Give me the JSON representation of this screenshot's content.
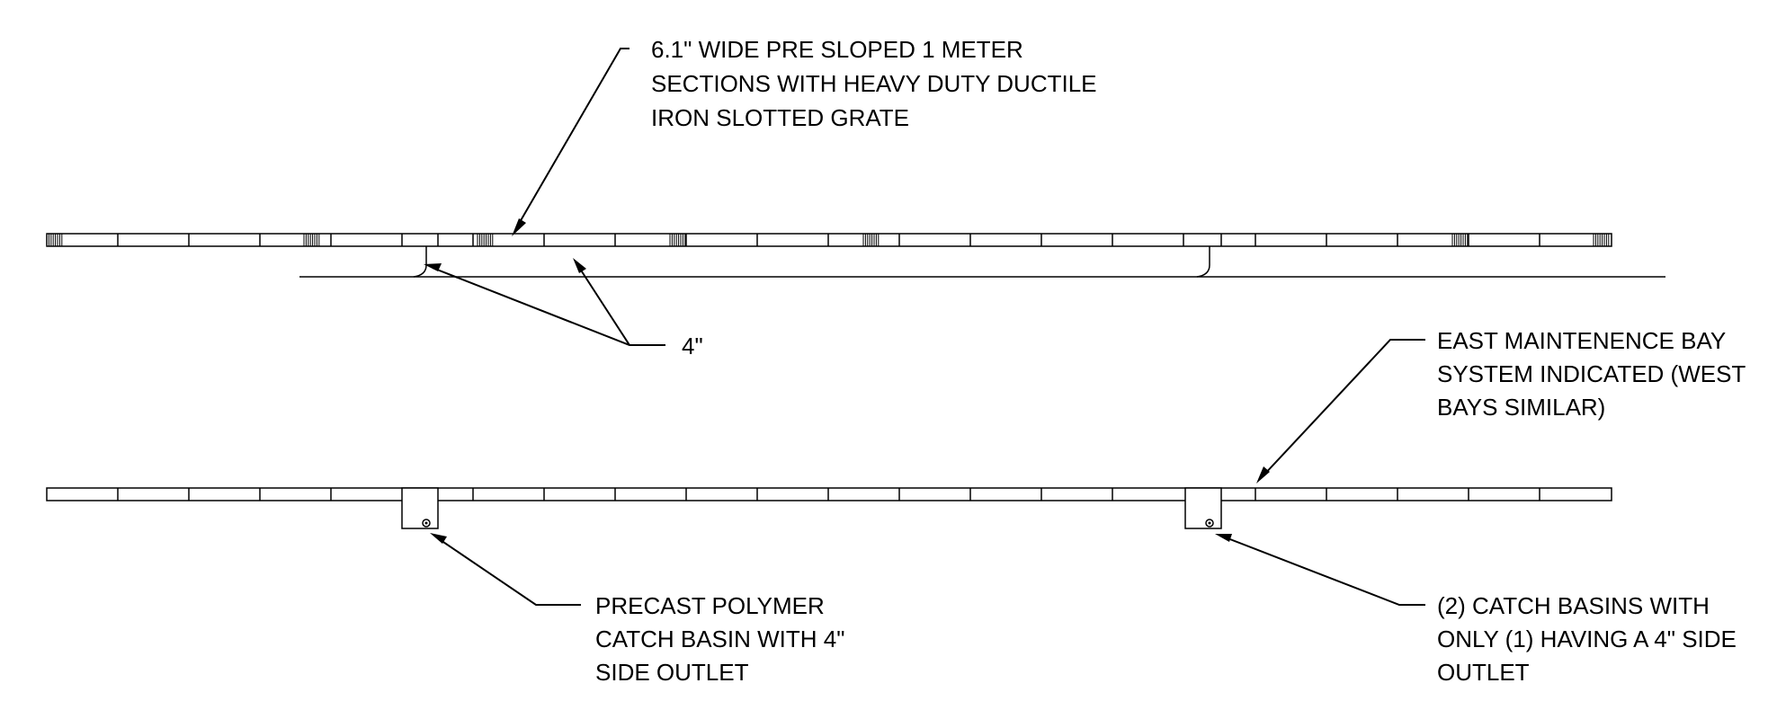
{
  "notes": {
    "grate_note": [
      "6.1\" WIDE PRE SLOPED 1 METER",
      "SECTIONS WITH HEAVY DUTY DUCTILE",
      "IRON SLOTTED GRATE"
    ],
    "dimension_note": [
      "4\""
    ],
    "system_note": [
      "EAST MAINTENENCE BAY",
      "SYSTEM INDICATED (WEST",
      "BAYS SIMILAR)"
    ],
    "basin_note": [
      "PRECAST POLYMER",
      "CATCH BASIN WITH 4\"",
      "SIDE OUTLET"
    ],
    "two_basins_note": [
      "(2) CATCH BASINS WITH",
      "ONLY (1) HAVING A 4\" SIDE",
      "OUTLET"
    ]
  }
}
